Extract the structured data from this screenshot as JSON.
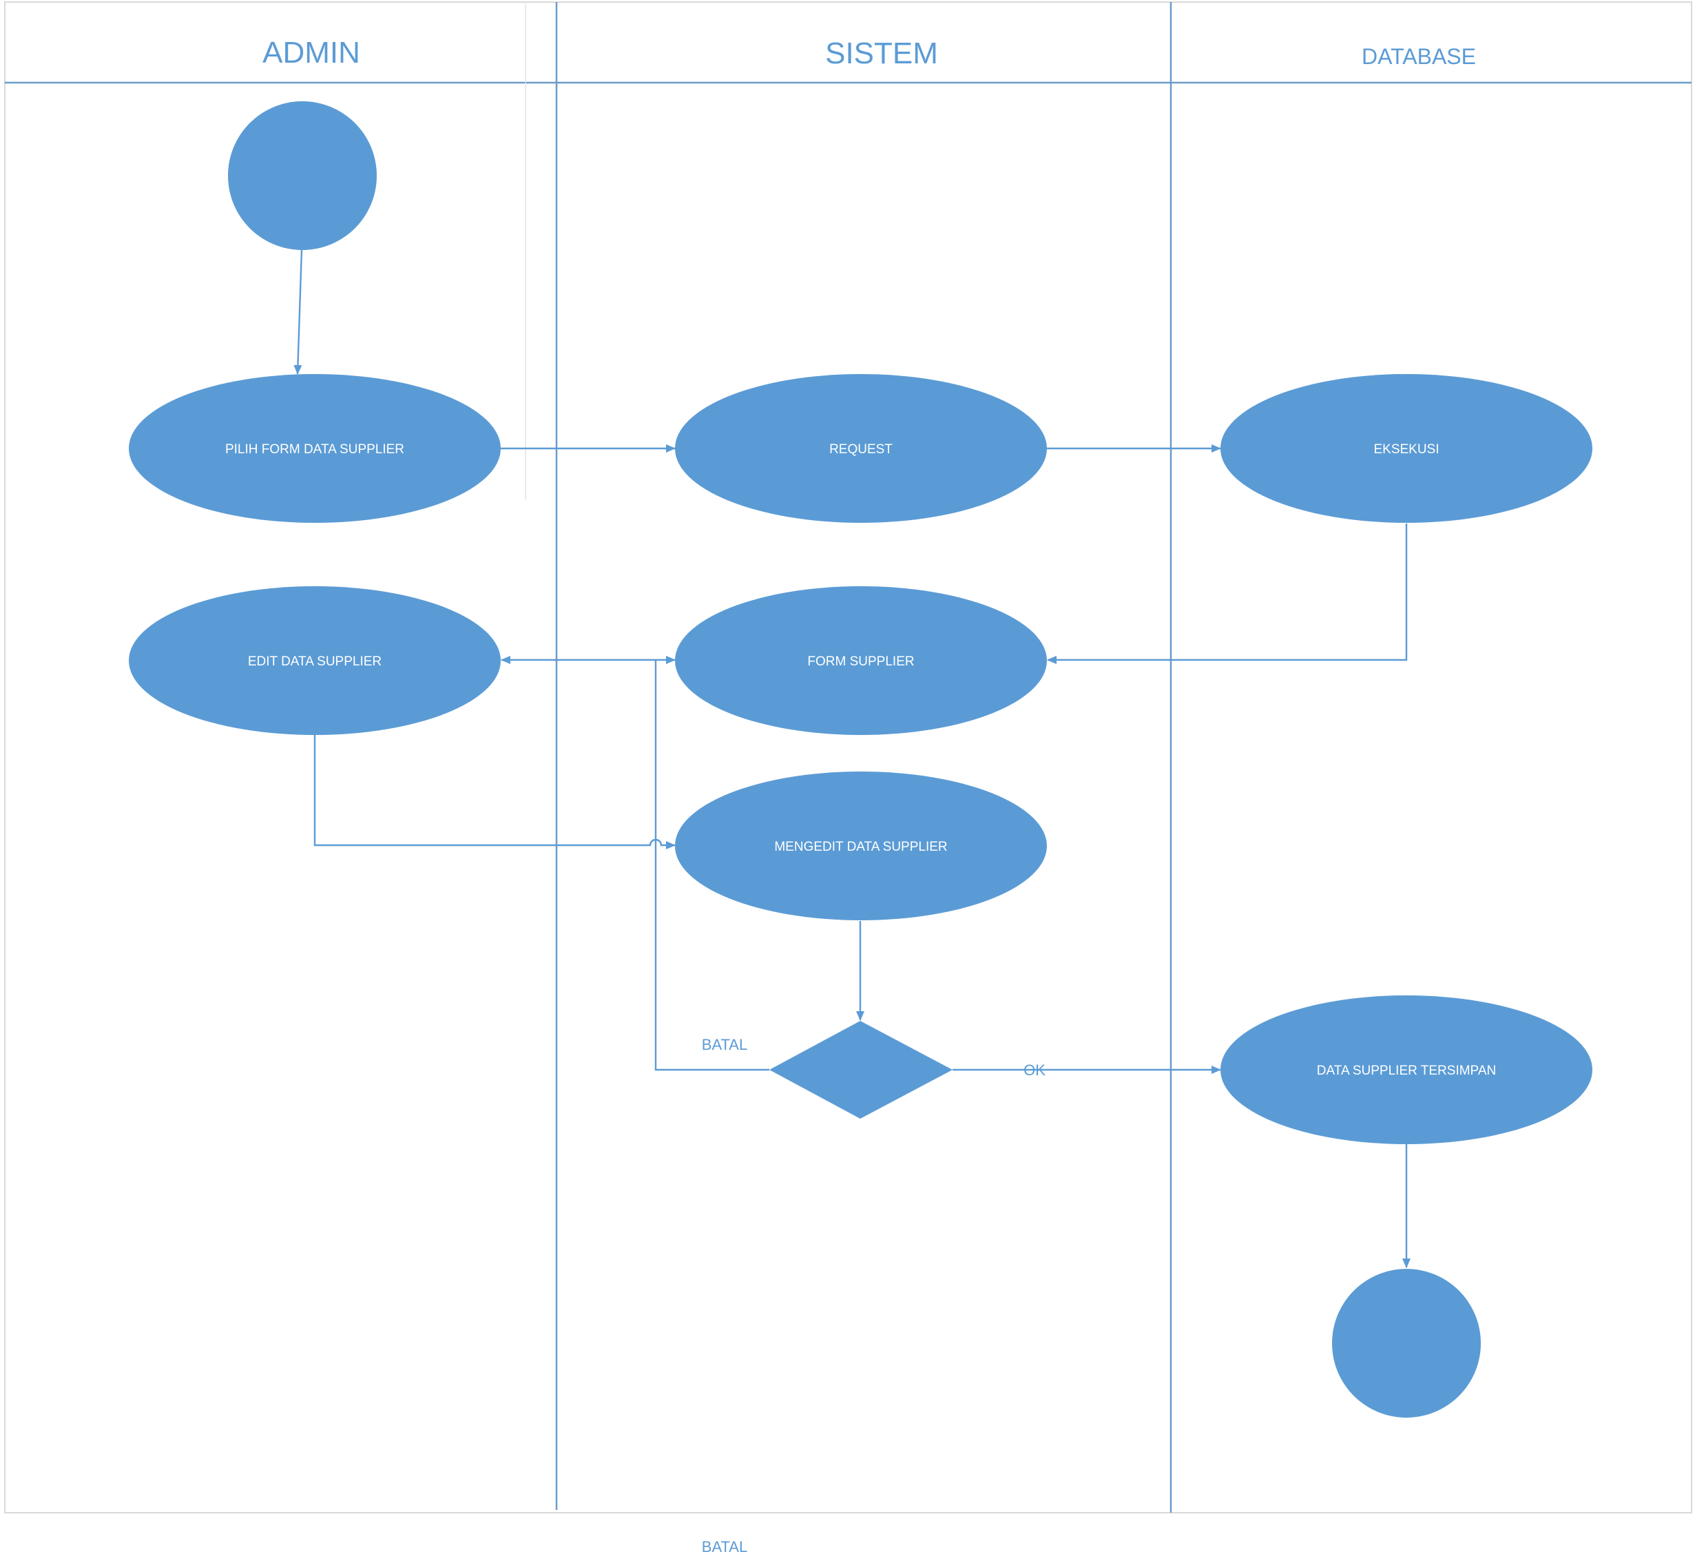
{
  "lanes": {
    "admin": "ADMIN",
    "sistem": "SISTEM",
    "database": "DATABASE"
  },
  "nodes": {
    "start": {
      "type": "initial"
    },
    "pilih_form": {
      "type": "activity",
      "label": "PILIH FORM DATA SUPPLIER"
    },
    "request": {
      "type": "activity",
      "label": "REQUEST"
    },
    "eksekusi": {
      "type": "activity",
      "label": "EKSEKUSI"
    },
    "edit_data": {
      "type": "activity",
      "label": "EDIT DATA SUPPLIER"
    },
    "form_supplier": {
      "type": "activity",
      "label": "FORM SUPPLIER"
    },
    "mengedit": {
      "type": "activity",
      "label": "MENGEDIT DATA SUPPLIER"
    },
    "decision": {
      "type": "decision"
    },
    "tersimpan": {
      "type": "activity",
      "label": "DATA SUPPLIER TERSIMPAN"
    },
    "end": {
      "type": "final"
    }
  },
  "edges": {
    "batal": "BATAL",
    "ok": "OK",
    "batal_footer": "BATAL"
  },
  "colors": {
    "node_fill": "#5b9bd5",
    "line": "#5b9bd5",
    "lane_title": "#5b9bd5"
  }
}
